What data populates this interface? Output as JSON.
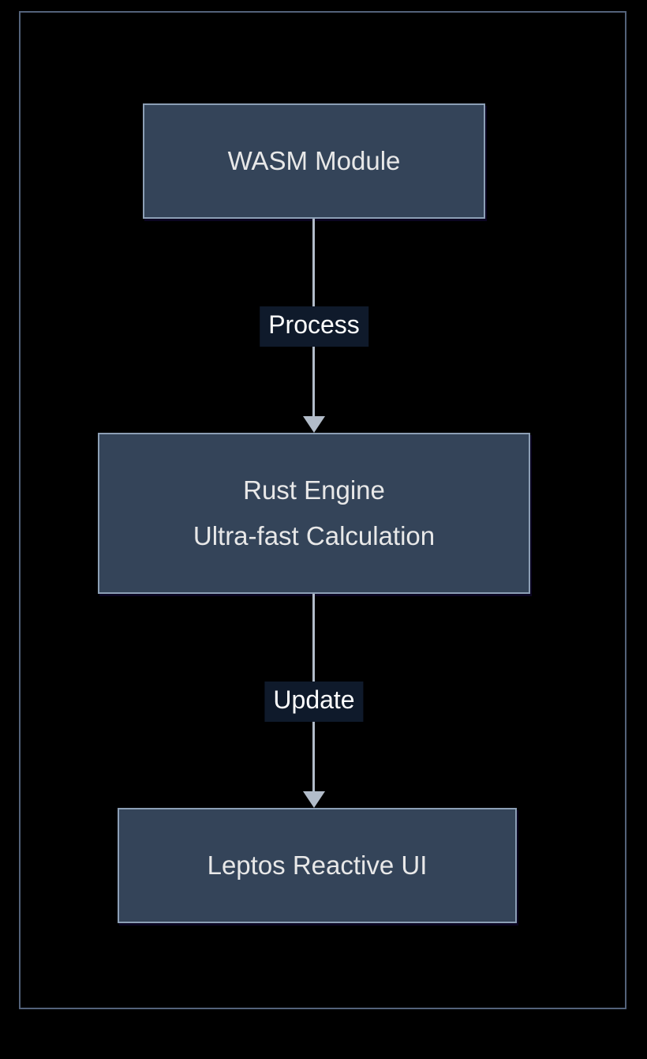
{
  "nodes": {
    "wasm": {
      "label": "WASM Module"
    },
    "engine": {
      "line1": "Rust Engine",
      "line2": "Ultra-fast Calculation"
    },
    "leptos": {
      "label": "Leptos Reactive UI"
    }
  },
  "edges": {
    "process": {
      "label": "Process"
    },
    "update": {
      "label": "Update"
    }
  },
  "colors": {
    "canvas_bg": "#000000",
    "frame_border": "#53627a",
    "node_fill": "#344459",
    "node_border": "#8c9fb5",
    "node_text": "#e8e8e8",
    "edge_label_bg": "#0f1a2b",
    "edge_label_text": "#ffffff",
    "arrow": "#b2bcc9"
  }
}
